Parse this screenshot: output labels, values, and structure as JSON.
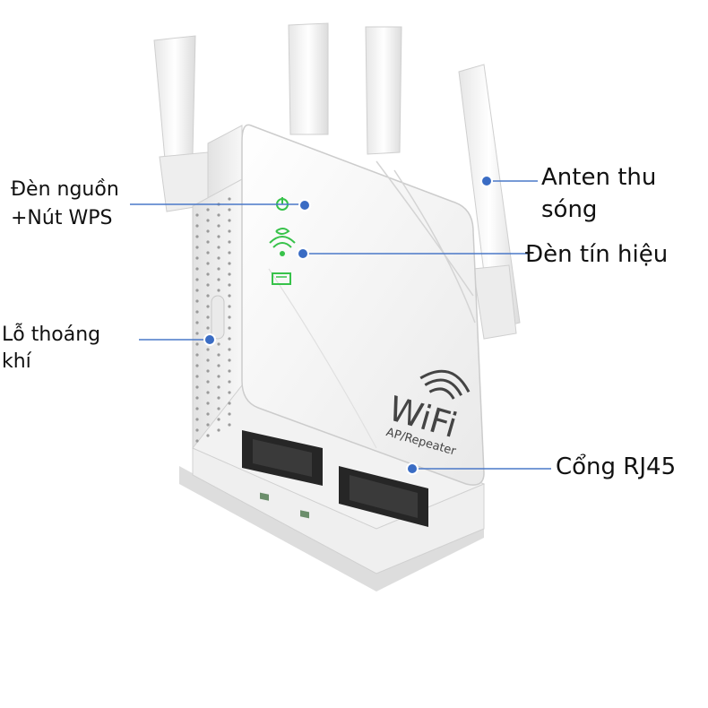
{
  "device": {
    "brand_logo_text": "WiFi",
    "brand_sub_text": "AP/Repeater",
    "panel_icons": [
      "power-icon",
      "wps-icon",
      "wifi-signal-icon",
      "lan-icon"
    ]
  },
  "labels": {
    "power_light": "Đèn nguồn",
    "wps_button": "+Nút WPS",
    "vent_line1": "Lỗ thoáng",
    "vent_line2": "khí",
    "antenna_line1": "Anten thu",
    "antenna_line2": "sóng",
    "signal_light": "Đèn tín hiệu",
    "rj45_port": "Cổng RJ45"
  },
  "colors": {
    "callout_line": "#4a78c8",
    "callout_dot": "#3a6cc4",
    "device_body": "#f4f4f4",
    "device_shadow": "#d8d8d8",
    "led_green": "#37c24a",
    "text": "#111111"
  }
}
